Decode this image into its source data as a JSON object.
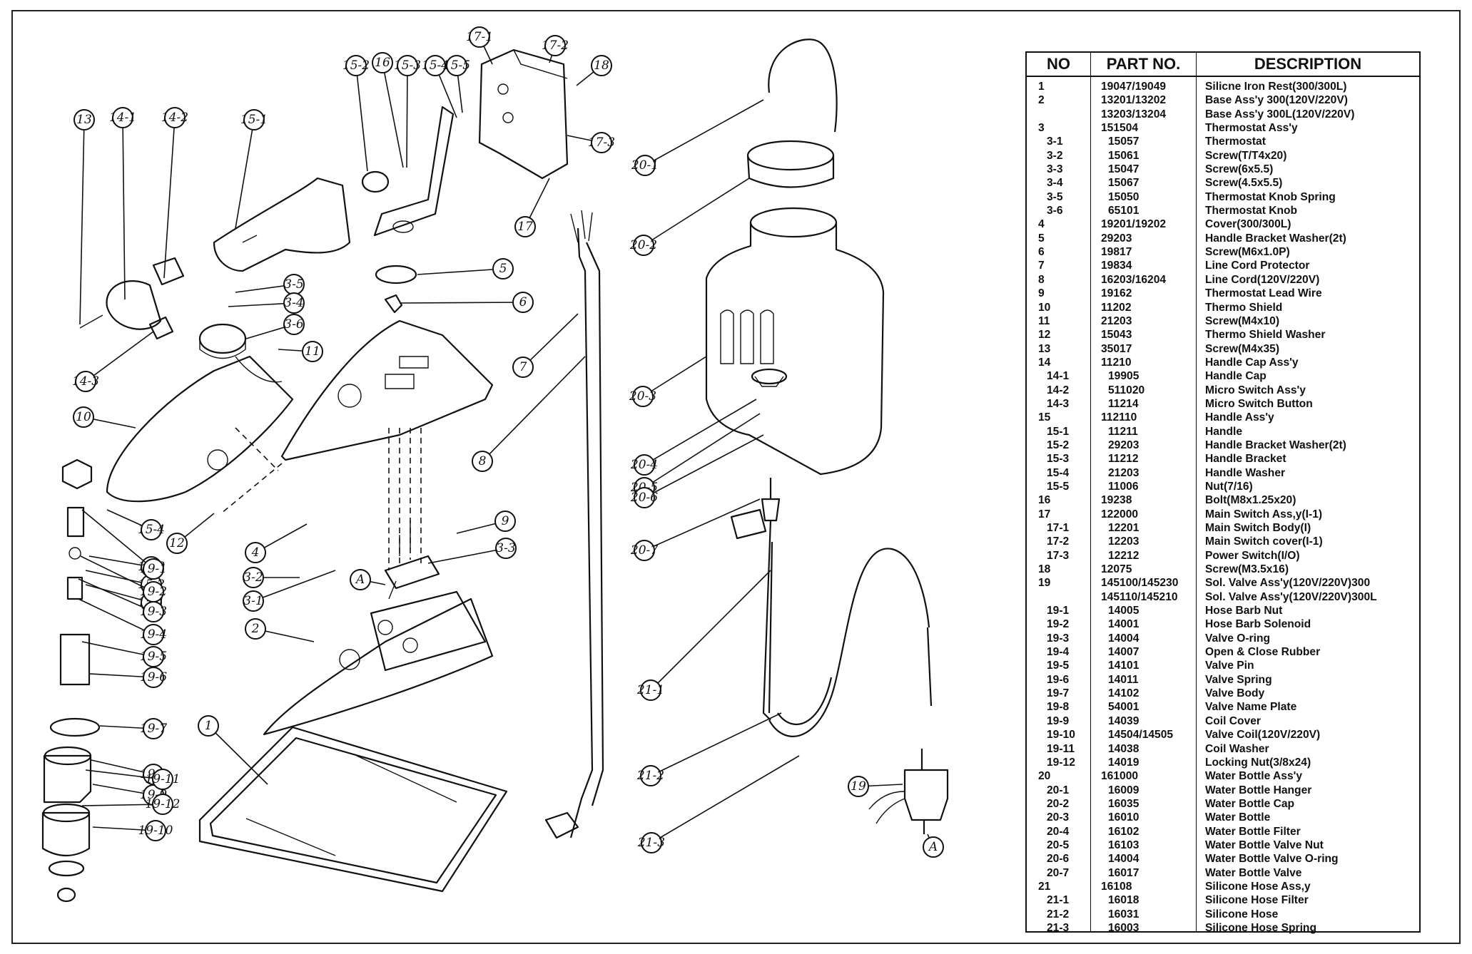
{
  "table": {
    "headers": {
      "no": "NO",
      "part_no": "PART NO.",
      "description": "DESCRIPTION"
    },
    "rows": [
      {
        "no": "1",
        "part": "19047/19049",
        "desc": "Silicne Iron Rest(300/300L)"
      },
      {
        "no": "2",
        "part": "13201/13202",
        "desc": "Base Ass'y 300(120V/220V)"
      },
      {
        "no": "",
        "part": "13203/13204",
        "desc": "Base Ass'y 300L(120V/220V)"
      },
      {
        "no": "3",
        "part": "151504",
        "desc": "Thermostat Ass'y"
      },
      {
        "no": "3-1",
        "part": "15057",
        "desc": "Thermostat"
      },
      {
        "no": "3-2",
        "part": "15061",
        "desc": "Screw(T/T4x20)"
      },
      {
        "no": "3-3",
        "part": "15047",
        "desc": "Screw(6x5.5)"
      },
      {
        "no": "3-4",
        "part": "15067",
        "desc": "Screw(4.5x5.5)"
      },
      {
        "no": "3-5",
        "part": "15050",
        "desc": "Thermostat Knob Spring"
      },
      {
        "no": "3-6",
        "part": "65101",
        "desc": "Thermostat Knob"
      },
      {
        "no": "4",
        "part": "19201/19202",
        "desc": "Cover(300/300L)"
      },
      {
        "no": "5",
        "part": "29203",
        "desc": "Handle Bracket Washer(2t)"
      },
      {
        "no": "6",
        "part": "19817",
        "desc": "Screw(M6x1.0P)"
      },
      {
        "no": "7",
        "part": "19834",
        "desc": "Line Cord Protector"
      },
      {
        "no": "8",
        "part": "16203/16204",
        "desc": "Line Cord(120V/220V)"
      },
      {
        "no": "9",
        "part": "19162",
        "desc": "Thermostat Lead Wire"
      },
      {
        "no": "10",
        "part": "11202",
        "desc": "Thermo Shield"
      },
      {
        "no": "11",
        "part": "21203",
        "desc": "Screw(M4x10)"
      },
      {
        "no": "12",
        "part": "15043",
        "desc": "Thermo Shield Washer"
      },
      {
        "no": "13",
        "part": "35017",
        "desc": "Screw(M4x35)"
      },
      {
        "no": "14",
        "part": "11210",
        "desc": "Handle Cap Ass'y"
      },
      {
        "no": "14-1",
        "part": "19905",
        "desc": "Handle Cap"
      },
      {
        "no": "14-2",
        "part": "511020",
        "desc": "Micro Switch Ass'y"
      },
      {
        "no": "14-3",
        "part": "11214",
        "desc": "Micro Switch Button"
      },
      {
        "no": "15",
        "part": "112110",
        "desc": "Handle Ass'y"
      },
      {
        "no": "15-1",
        "part": "11211",
        "desc": "Handle"
      },
      {
        "no": "15-2",
        "part": "29203",
        "desc": "Handle Bracket Washer(2t)"
      },
      {
        "no": "15-3",
        "part": "11212",
        "desc": "Handle Bracket"
      },
      {
        "no": "15-4",
        "part": "21203",
        "desc": "Handle Washer"
      },
      {
        "no": "15-5",
        "part": "11006",
        "desc": "Nut(7/16)"
      },
      {
        "no": "16",
        "part": "19238",
        "desc": "Bolt(M8x1.25x20)"
      },
      {
        "no": "17",
        "part": "122000",
        "desc": "Main Switch Ass,y(I-1)"
      },
      {
        "no": "17-1",
        "part": "12201",
        "desc": "Main Switch Body(I)"
      },
      {
        "no": "17-2",
        "part": "12203",
        "desc": "Main Switch cover(I-1)"
      },
      {
        "no": "17-3",
        "part": "12212",
        "desc": "Power Switch(I/O)"
      },
      {
        "no": "18",
        "part": "12075",
        "desc": "Screw(M3.5x16)"
      },
      {
        "no": "19",
        "part": "145100/145230",
        "desc": "Sol. Valve Ass'y(120V/220V)300"
      },
      {
        "no": "",
        "part": "145110/145210",
        "desc": "Sol. Valve Ass'y(120V/220V)300L"
      },
      {
        "no": "19-1",
        "part": "14005",
        "desc": "Hose Barb Nut"
      },
      {
        "no": "19-2",
        "part": "14001",
        "desc": "Hose Barb Solenoid"
      },
      {
        "no": "19-3",
        "part": "14004",
        "desc": "Valve O-ring"
      },
      {
        "no": "19-4",
        "part": "14007",
        "desc": "Open & Close Rubber"
      },
      {
        "no": "19-5",
        "part": "14101",
        "desc": "Valve Pin"
      },
      {
        "no": "19-6",
        "part": "14011",
        "desc": "Valve Spring"
      },
      {
        "no": "19-7",
        "part": "14102",
        "desc": "Valve Body"
      },
      {
        "no": "19-8",
        "part": "54001",
        "desc": "Valve Name Plate"
      },
      {
        "no": "19-9",
        "part": "14039",
        "desc": "Coil Cover"
      },
      {
        "no": "19-10",
        "part": "14504/14505",
        "desc": "Valve Coil(120V/220V)"
      },
      {
        "no": "19-11",
        "part": "14038",
        "desc": "Coil Washer"
      },
      {
        "no": "19-12",
        "part": "14019",
        "desc": "Locking Nut(3/8x24)"
      },
      {
        "no": "20",
        "part": "161000",
        "desc": "Water Bottle Ass'y"
      },
      {
        "no": "20-1",
        "part": "16009",
        "desc": "Water Bottle Hanger"
      },
      {
        "no": "20-2",
        "part": "16035",
        "desc": "Water Bottle Cap"
      },
      {
        "no": "20-3",
        "part": "16010",
        "desc": "Water Bottle"
      },
      {
        "no": "20-4",
        "part": "16102",
        "desc": "Water Bottle Filter"
      },
      {
        "no": "20-5",
        "part": "16103",
        "desc": "Water Bottle Valve Nut"
      },
      {
        "no": "20-6",
        "part": "14004",
        "desc": "Water Bottle Valve O-ring"
      },
      {
        "no": "20-7",
        "part": "16017",
        "desc": "Water Bottle Valve"
      },
      {
        "no": "21",
        "part": "16108",
        "desc": "Silicone Hose Ass,y"
      },
      {
        "no": "21-1",
        "part": "16018",
        "desc": "Silicone Hose Filter"
      },
      {
        "no": "21-2",
        "part": "16031",
        "desc": "Silicone Hose"
      },
      {
        "no": "21-3",
        "part": "16003",
        "desc": "Silicone Hose Spring"
      }
    ]
  },
  "callouts": [
    "13",
    "14-1",
    "14-2",
    "15-1",
    "15-2",
    "16",
    "15-3",
    "15-4",
    "15-5",
    "17-1",
    "17-2",
    "18",
    "17-3",
    "17",
    "20-1",
    "20-2",
    "20-3",
    "20-4",
    "20-5",
    "20-6",
    "20-7",
    "3-5",
    "3-4",
    "3-6",
    "5",
    "6",
    "11",
    "7",
    "8",
    "14-3",
    "10",
    "15-4",
    "15-3",
    "15-2",
    "15-1",
    "12",
    "19-1",
    "19-2",
    "19-3",
    "19-4",
    "19-5",
    "19-6",
    "19-7",
    "19-8",
    "19-9",
    "19-10",
    "19-11",
    "19-12",
    "9",
    "3-3",
    "4",
    "3-2",
    "3-1",
    "A",
    "2",
    "1",
    "21-1",
    "21-2",
    "21-3",
    "19",
    "A"
  ]
}
